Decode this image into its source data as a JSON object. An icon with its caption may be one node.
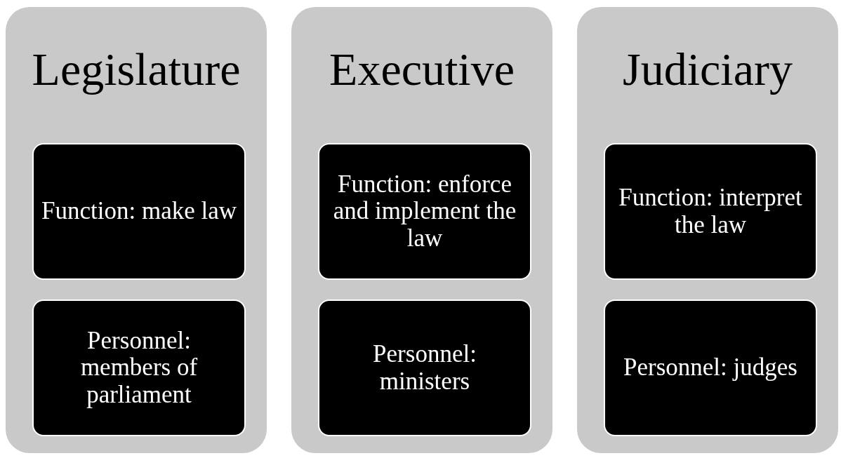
{
  "diagram": {
    "nodes": [
      {
        "text": [
          "Legislature"
        ]
      },
      {
        "text": [
          "Function: make law"
        ],
        "in": 0
      },
      {
        "text": [
          "Personnel: members of parliament"
        ],
        "in": 0
      },
      {
        "text": [
          "Executive"
        ]
      },
      {
        "text": [
          "Function: enforce and implement the law"
        ],
        "in": 3
      },
      {
        "text": [
          "Personnel: ministers"
        ],
        "in": 3
      },
      {
        "text": [
          "Judiciary"
        ]
      },
      {
        "text": [
          "Function: interpret the law"
        ],
        "in": 6
      },
      {
        "text": [
          "Personnel: judges"
        ],
        "in": 6
      }
    ]
  }
}
